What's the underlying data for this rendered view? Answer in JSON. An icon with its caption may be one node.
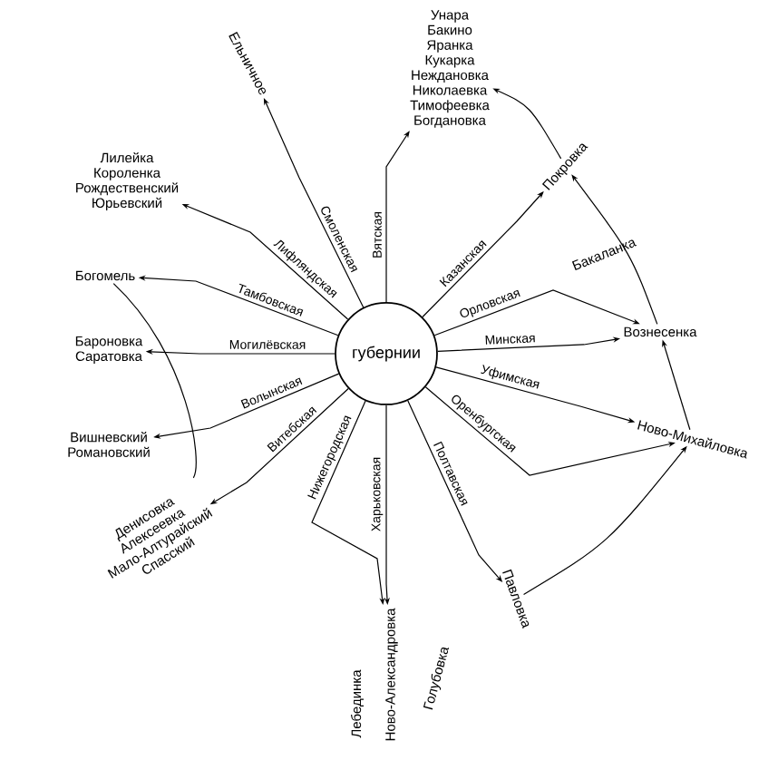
{
  "diagram": {
    "nodes": [
      {
        "text": [
          "губернии"
        ]
      },
      {
        "text": [
          "Унара",
          "Бакино",
          "Яранка",
          "Кукарка",
          "Неждановка",
          "Николаевка",
          "Тимофеевка",
          "Богдановка"
        ]
      },
      {
        "text": [
          "Ельничное"
        ]
      },
      {
        "text": [
          "Лилейка",
          "Короленка",
          "Рождественский",
          "Юрьевский"
        ]
      },
      {
        "text": [
          "Богомель"
        ]
      },
      {
        "text": [
          "Бароновка",
          "Саратовка"
        ]
      },
      {
        "text": [
          "Вишневский",
          "Романовский"
        ]
      },
      {
        "text": [
          "Денисовка",
          "Алексеевка",
          "Мало-Алтурайский",
          "Спасский"
        ]
      },
      {
        "text": [
          "Ново-Александровка"
        ]
      },
      {
        "text": [
          "Павловка"
        ]
      },
      {
        "text": [
          "Ново-Михайловка"
        ]
      },
      {
        "text": [
          "Вознесенка"
        ]
      },
      {
        "text": [
          "Покровка"
        ]
      }
    ],
    "edges": [
      {
        "from": 0,
        "to": 2,
        "arrow": "to",
        "label": "Смоленская"
      },
      {
        "from": 0,
        "to": 1,
        "arrow": "to",
        "label": "Вятская"
      },
      {
        "from": 0,
        "to": 3,
        "arrow": "to",
        "label": "Лифляндская"
      },
      {
        "from": 0,
        "to": 4,
        "arrow": "to",
        "label": "Тамбовская"
      },
      {
        "from": 0,
        "to": 5,
        "arrow": "to",
        "label": "Могилёвская"
      },
      {
        "from": 0,
        "to": 6,
        "arrow": "to",
        "label": "Волынская"
      },
      {
        "from": 0,
        "to": 7,
        "arrow": "to",
        "label": "Витебская"
      },
      {
        "from": 0,
        "to": 8,
        "arrow": "to",
        "label": "Нижегородская"
      },
      {
        "from": 0,
        "to": 8,
        "arrow": "to",
        "label": "Харьковская"
      },
      {
        "from": 0,
        "to": 9,
        "arrow": "to",
        "label": "Полтавская"
      },
      {
        "from": 0,
        "to": 10,
        "arrow": "to",
        "label": "Оренбургская"
      },
      {
        "from": 0,
        "to": 10,
        "arrow": "to",
        "label": "Уфимская"
      },
      {
        "from": 0,
        "to": 11,
        "arrow": "to",
        "label": "Минская"
      },
      {
        "from": 0,
        "to": 11,
        "arrow": "to",
        "label": "Орловская"
      },
      {
        "from": 0,
        "to": 12,
        "arrow": "to",
        "label": "Казанская"
      },
      {
        "from": 11,
        "to": 12,
        "arrow": "to"
      },
      {
        "from": 12,
        "to": 1,
        "arrow": "to"
      },
      {
        "from": 10,
        "to": 11,
        "arrow": "to"
      },
      {
        "from": 9,
        "to": 10,
        "arrow": "to"
      },
      {
        "from": 7,
        "to": 4,
        "arrow": "none"
      }
    ],
    "labels": [
      "Лебединка",
      "Голубовка",
      "Бакаланка"
    ]
  }
}
